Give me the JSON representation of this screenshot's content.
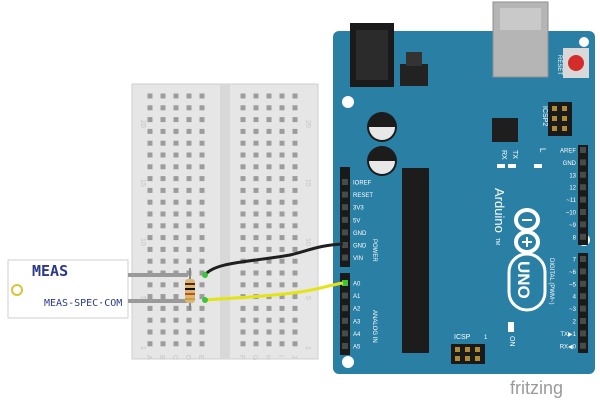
{
  "sensor": {
    "brand": "MEAS",
    "url": "MEAS-SPEC·COM"
  },
  "arduino": {
    "reset_label": "RESET",
    "icsp2_label": "ICSP2",
    "icsp_label": "ICSP",
    "tx_label": "TX",
    "rx_label": "RX",
    "l_label": "L",
    "on_label": "ON",
    "brand": "Arduino",
    "tm": "TM",
    "model": "UNO",
    "power_label": "POWER",
    "analog_label": "ANALOG IN",
    "digital_label": "DIGITAL (PWM~)",
    "icsp_pin1": "1",
    "power_pins": [
      "IOREF",
      "RESET",
      "3V3",
      "5V",
      "GND",
      "GND",
      "VIN"
    ],
    "analog_pins": [
      "A0",
      "A1",
      "A2",
      "A3",
      "A4",
      "A5"
    ],
    "digital_top": [
      "AREF",
      "GND",
      "13",
      "12",
      "~11",
      "~10",
      "~9",
      "8"
    ],
    "digital_bottom": [
      "7",
      "~6",
      "~5",
      "4",
      "~3",
      "2",
      "TX▶1",
      "RX◀0"
    ]
  },
  "breadboard": {
    "col_letters_left": [
      "A",
      "B",
      "C",
      "D",
      "E"
    ],
    "col_letters_right": [
      "F",
      "G",
      "H",
      "I",
      "J"
    ],
    "row_numbers": [
      "1",
      "5",
      "10",
      "15",
      "20"
    ]
  },
  "wires": {
    "black": "#1f1f1f",
    "yellow": "#e4e414"
  },
  "colors": {
    "board": "#2a7fa4",
    "board_dark": "#1e6586",
    "breadboard": "#e3e3e3"
  },
  "watermark": "fritzing"
}
